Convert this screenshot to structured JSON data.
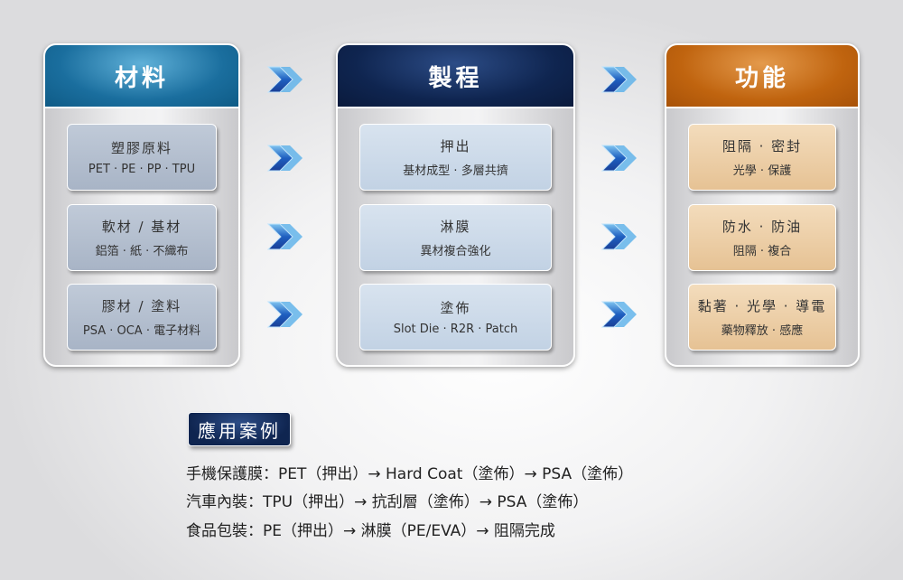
{
  "columns": [
    {
      "title": "材料",
      "cards": [
        {
          "title": "塑膠原料",
          "sub": "PET · PE · PP · TPU"
        },
        {
          "title": "軟材 / 基材",
          "sub": "鋁箔 · 紙 · 不織布"
        },
        {
          "title": "膠材 / 塗料",
          "sub": "PSA · OCA · 電子材料"
        }
      ]
    },
    {
      "title": "製程",
      "cards": [
        {
          "title": "押出",
          "sub": "基材成型 · 多層共擠"
        },
        {
          "title": "淋膜",
          "sub": "異材複合強化"
        },
        {
          "title": "塗佈",
          "sub": "Slot Die · R2R · Patch"
        }
      ]
    },
    {
      "title": "功能",
      "cards": [
        {
          "title": "阻隔 · 密封",
          "sub": "光學 · 保護"
        },
        {
          "title": "防水 · 防油",
          "sub": "阻隔 · 複合"
        },
        {
          "title": "黏著 · 光學 · 導電",
          "sub": "藥物釋放 · 感應"
        }
      ]
    }
  ],
  "cases": {
    "title": "應用案例",
    "items": [
      "手機保護膜：PET（押出）→ Hard Coat（塗佈）→ PSA（塗佈）",
      "汽車內裝：TPU（押出）→ 抗刮層（塗佈）→ PSA（塗佈）",
      "食品包裝：PE（押出）→ 淋膜（PE/EVA）→ 阻隔完成"
    ]
  }
}
